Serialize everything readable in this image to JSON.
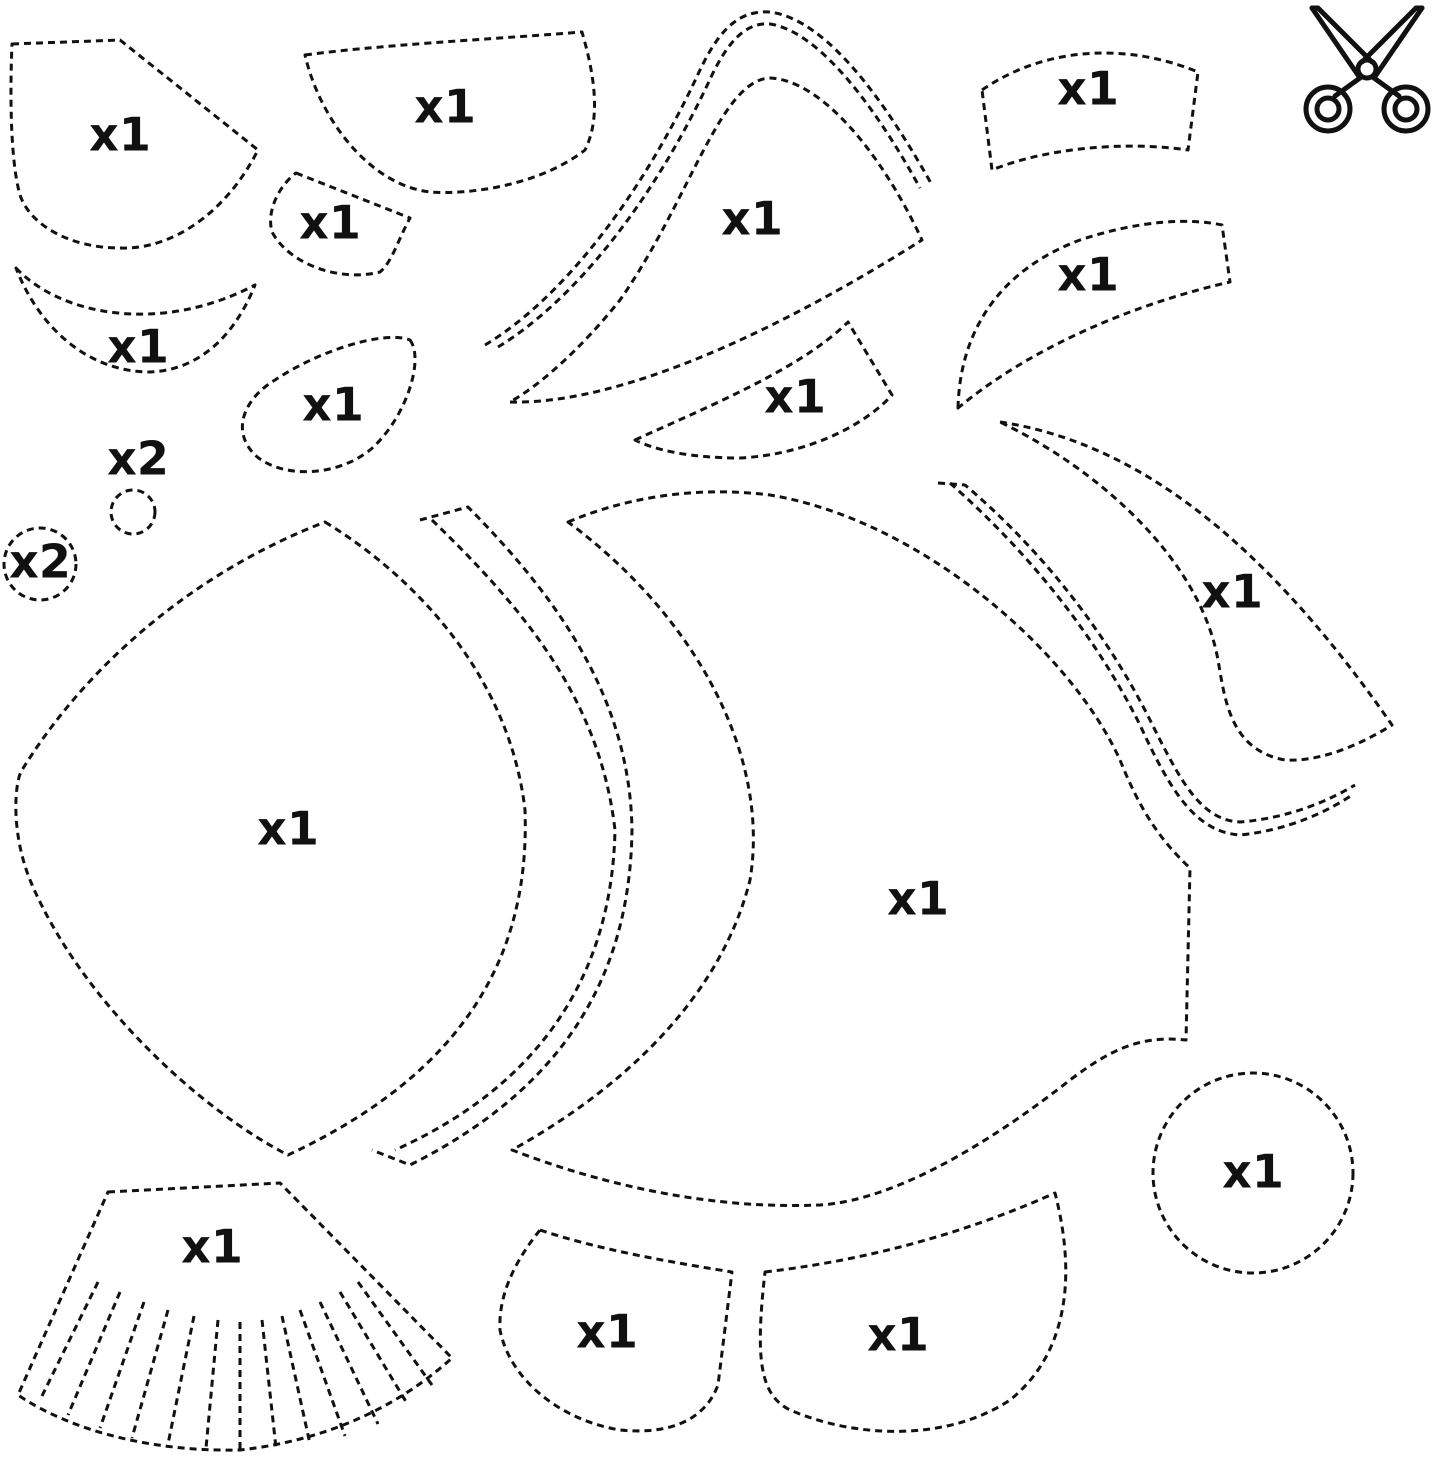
{
  "colors": {
    "ink": "#111111",
    "paper": "#ffffff"
  },
  "icon": "scissors-icon",
  "pieces": [
    {
      "id": "ear-top-left",
      "qty": "x1"
    },
    {
      "id": "wedge-top",
      "qty": "x1"
    },
    {
      "id": "small-oval",
      "qty": "x1"
    },
    {
      "id": "crescent-left",
      "qty": "x1"
    },
    {
      "id": "leaf-left",
      "qty": "x1"
    },
    {
      "id": "tiny-circle",
      "qty": "x2"
    },
    {
      "id": "small-circle",
      "qty": "x2"
    },
    {
      "id": "triangle-top",
      "qty": "x1"
    },
    {
      "id": "band-top-right",
      "qty": "x1"
    },
    {
      "id": "horn-right",
      "qty": "x1"
    },
    {
      "id": "fin-middle",
      "qty": "x1"
    },
    {
      "id": "curve-right",
      "qty": "x1"
    },
    {
      "id": "head-left",
      "qty": "x1"
    },
    {
      "id": "body-center",
      "qty": "x1"
    },
    {
      "id": "round-right",
      "qty": "x1"
    },
    {
      "id": "skirt-bottom-left",
      "qty": "x1"
    },
    {
      "id": "pocket-bottom",
      "qty": "x1"
    },
    {
      "id": "tail-bottom",
      "qty": "x1"
    }
  ]
}
